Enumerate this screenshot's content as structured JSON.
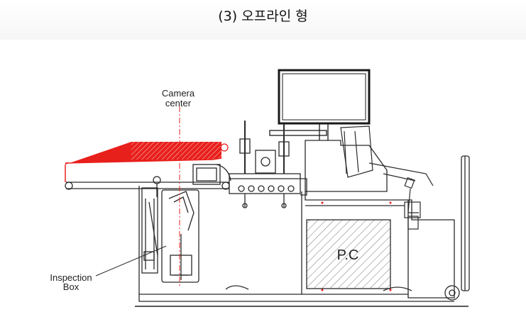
{
  "title": "(3) 오프라인 형",
  "labels": {
    "camera_center_line1": "Camera",
    "camera_center_line2": "center",
    "inspection_box_line1": "Inspection",
    "inspection_box_line2": "Box",
    "pc": "P.C"
  },
  "colors": {
    "accent": "#e8201c",
    "line": "#2a2a2a",
    "hatch": "#555555"
  }
}
